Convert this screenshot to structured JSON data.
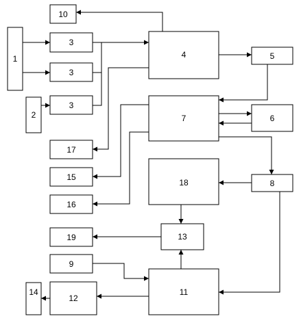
{
  "blocks": {
    "b1": "1",
    "b2": "2",
    "b3a": "3",
    "b3b": "3",
    "b3c": "3",
    "b4": "4",
    "b5": "5",
    "b6": "6",
    "b7": "7",
    "b8": "8",
    "b9": "9",
    "b10": "10",
    "b11": "11",
    "b12": "12",
    "b13": "13",
    "b14": "14",
    "b15": "15",
    "b16": "16",
    "b17": "17",
    "b18": "18",
    "b19": "19"
  }
}
